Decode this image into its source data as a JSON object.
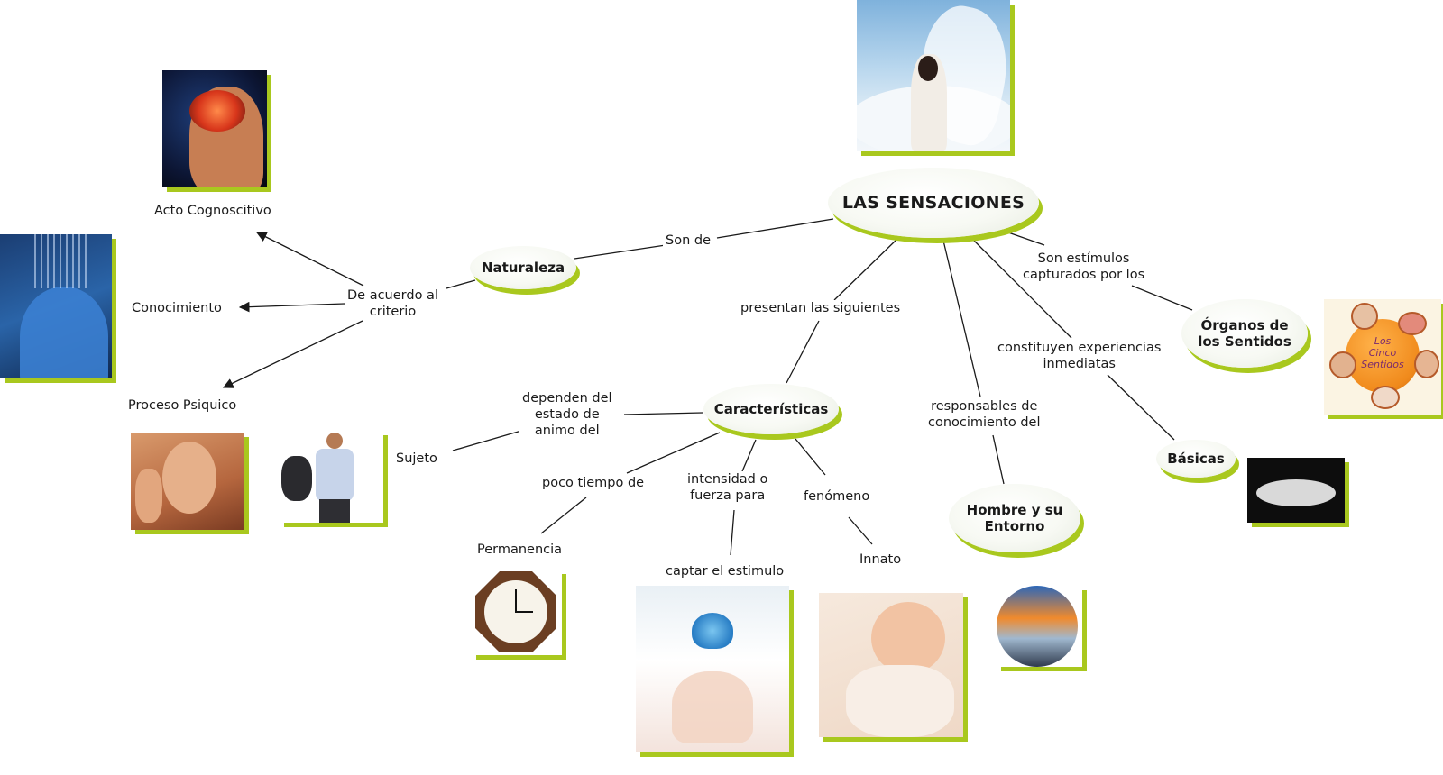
{
  "diagram": {
    "main_concept": "LAS SENSACIONES",
    "nodes": {
      "naturaleza": "Naturaleza",
      "caracteristicas": "Características",
      "organos": "Órganos de\nlos Sentidos",
      "basicas": "Básicas",
      "hombre": "Hombre y su\nEntorno"
    },
    "links": {
      "son_de": "Son de",
      "estimulos": "Son estímulos\ncapturados por los",
      "presentan": "presentan las siguientes",
      "constituyen": "constituyen experiencias\ninmediatas",
      "responsables": "responsables de\nconocimiento del",
      "criterio": "De acuerdo al\ncriterio",
      "dependen": "dependen del\nestado de\nanimo del",
      "poco_tiempo": "poco tiempo de",
      "intensidad": "intensidad o\nfuerza para",
      "fenomeno": "fenómeno"
    },
    "leaves": {
      "acto": "Acto Cognoscitivo",
      "conocimiento": "Conocimiento",
      "proceso": "Proceso Psiquico",
      "sujeto": "Sujeto",
      "permanencia": "Permanencia",
      "captar": "captar el estimulo",
      "innato": "Innato"
    },
    "image_texts": {
      "cinco_sentidos": "Los\nCinco\nSentidos"
    },
    "colors": {
      "accent": "#a9c81e",
      "line": "#1a1a1a"
    }
  }
}
